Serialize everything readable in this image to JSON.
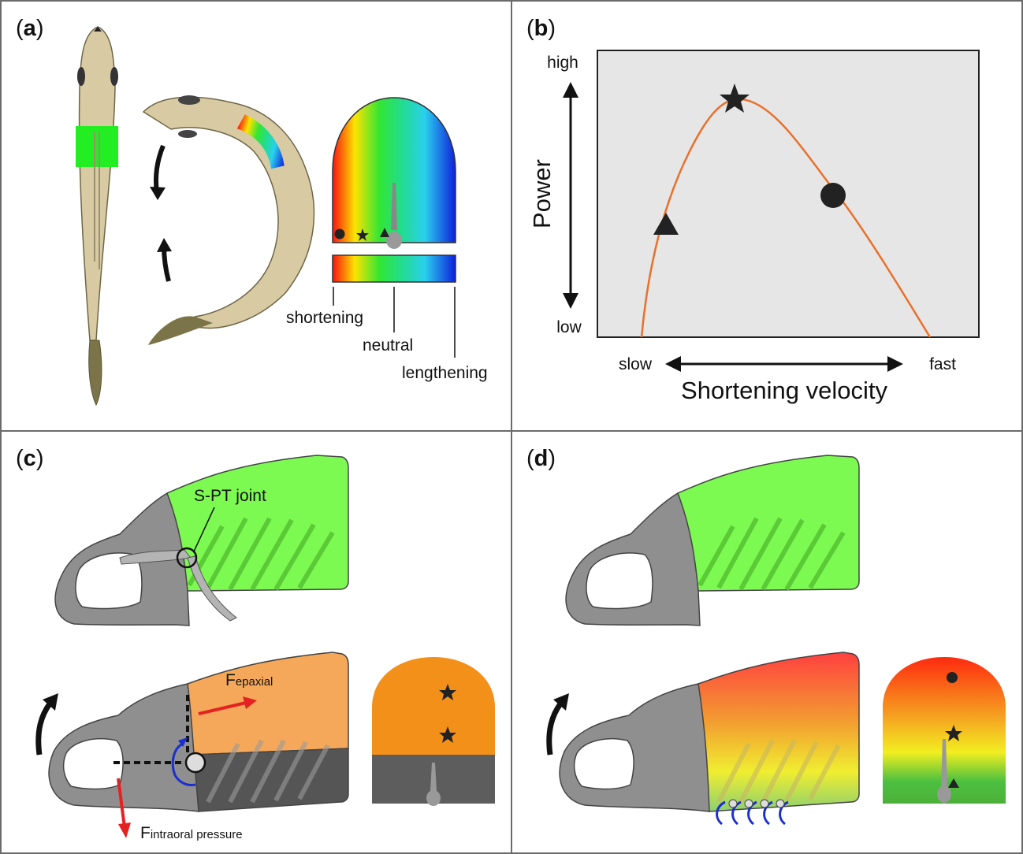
{
  "panels": {
    "a": {
      "label_open": "(",
      "letter": "a",
      "label_close": ")",
      "legend": {
        "shortening": "shortening",
        "neutral": "neutral",
        "lengthening": "lengthening"
      }
    },
    "b": {
      "label_open": "(",
      "letter": "b",
      "label_close": ")",
      "y_axis_label": "Power",
      "y_high": "high",
      "y_low": "low",
      "x_axis_label": "Shortening velocity",
      "x_slow": "slow",
      "x_fast": "fast"
    },
    "c": {
      "label_open": "(",
      "letter": "c",
      "label_close": ")",
      "joint_label": "S-PT joint",
      "force_epaxial_main": "F",
      "force_epaxial_sub": "epaxial",
      "force_intraoral_main": "F",
      "force_intraoral_sub": "intraoral pressure"
    },
    "d": {
      "label_open": "(",
      "letter": "d",
      "label_close": ")"
    }
  },
  "colors": {
    "curve": "#e8702a",
    "plot_bg": "#e6e6e6",
    "muscle_green": "#7dfa52",
    "muscle_orange": "#f5a85a",
    "bone_gray": "#8f8f8f",
    "fish_body": "#d8cba3",
    "force_arrow": "#e52222",
    "rotation_arrow_blue": "#1a2fcf"
  },
  "chart_data": {
    "type": "line",
    "title": "",
    "xlabel": "Shortening velocity",
    "ylabel": "Power",
    "x_ticks": [
      "slow",
      "fast"
    ],
    "y_ticks": [
      "low",
      "high"
    ],
    "series": [
      {
        "values": "hump-shaped power–velocity curve peaking near low-intermediate velocity"
      }
    ],
    "markers": [
      {
        "symbol": "triangle",
        "position": "rising limb, low velocity"
      },
      {
        "symbol": "star",
        "position": "peak power"
      },
      {
        "symbol": "circle",
        "position": "falling limb, higher velocity"
      }
    ]
  }
}
